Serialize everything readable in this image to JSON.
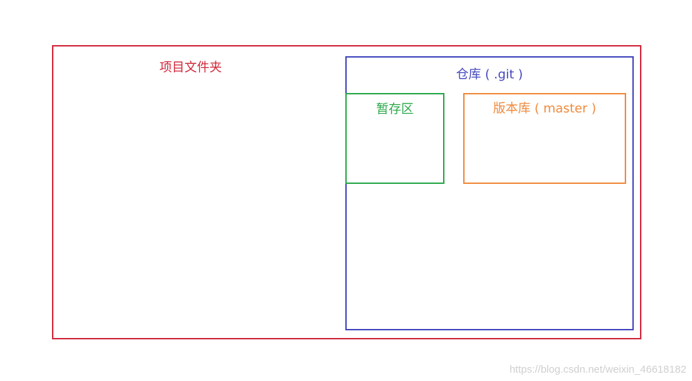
{
  "diagram": {
    "project_folder": {
      "label": "项目文件夹",
      "color": "#d0283a"
    },
    "repository": {
      "label": "仓库 ( .git )",
      "color": "#4347bd"
    },
    "staging_area": {
      "label": "暂存区",
      "color": "#2aa84a"
    },
    "version_db": {
      "label": "版本库 ( master )",
      "color": "#f08a3c"
    }
  },
  "watermark": "https://blog.csdn.net/weixin_46618182"
}
